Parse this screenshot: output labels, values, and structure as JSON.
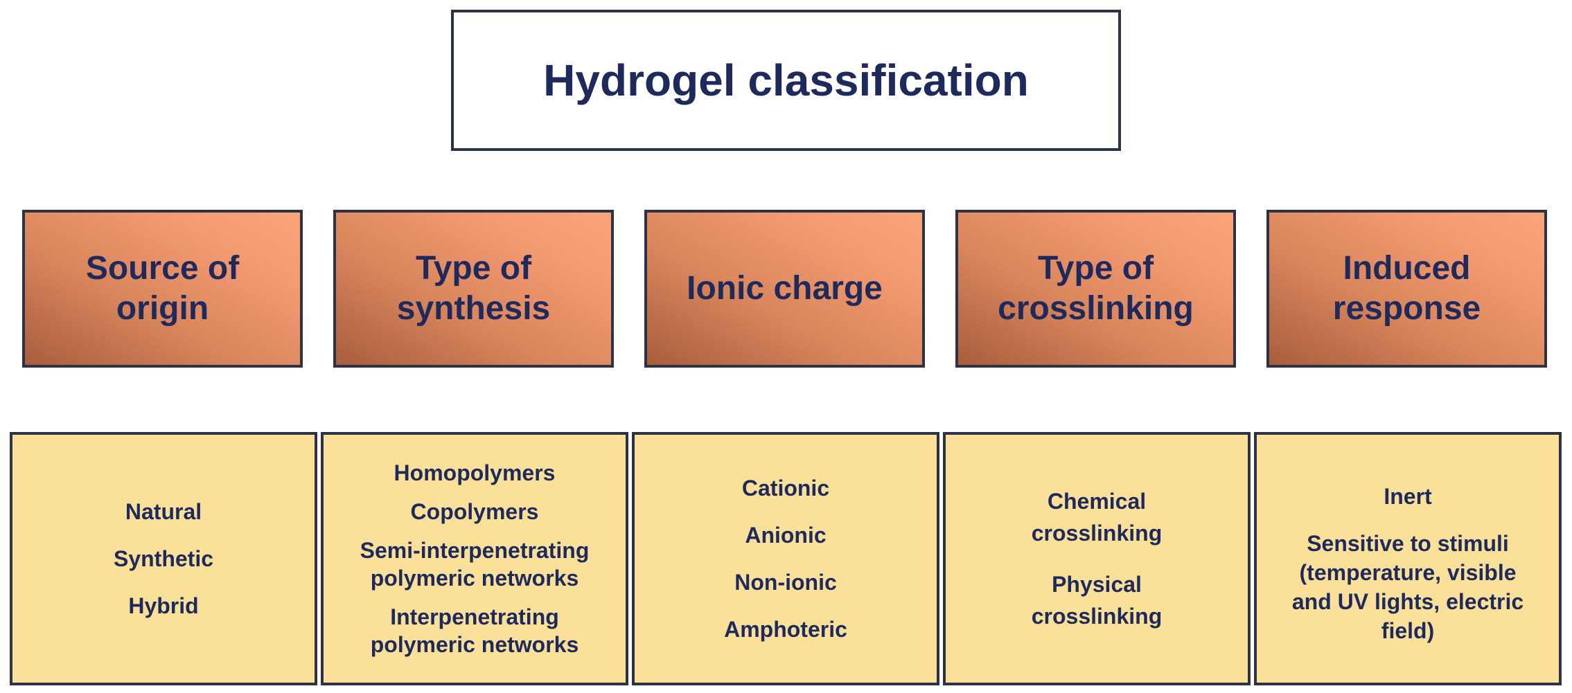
{
  "title": "Hydrogel classification",
  "categories": [
    {
      "label_line1": "Source of",
      "label_line2": "origin",
      "items": [
        "Natural",
        "Synthetic",
        "Hybrid"
      ]
    },
    {
      "label_line1": "Type of",
      "label_line2": "synthesis",
      "items": [
        "Homopolymers",
        "Copolymers",
        "Semi-interpenetrating",
        "polymeric networks",
        "Interpenetrating",
        "polymeric networks"
      ]
    },
    {
      "label_line1": "Ionic charge",
      "label_line2": "",
      "items": [
        "Cationic",
        "Anionic",
        "Non-ionic",
        "Amphoteric"
      ]
    },
    {
      "label_line1": "Type of",
      "label_line2": "crosslinking",
      "items": [
        "Chemical",
        "crosslinking",
        "Physical",
        "crosslinking"
      ]
    },
    {
      "label_line1": "Induced",
      "label_line2": "response",
      "items": [
        "Inert",
        "Sensitive to stimuli",
        "(temperature, visible",
        "and UV lights, electric",
        "field)"
      ]
    }
  ]
}
